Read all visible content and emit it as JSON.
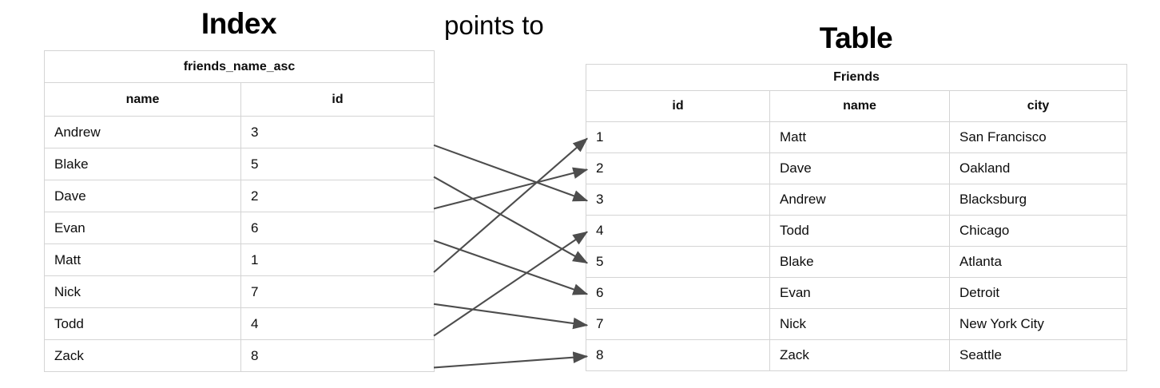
{
  "diagram": {
    "index_title": "Index",
    "table_title": "Table",
    "relation_label": "points to",
    "arrow_color": "#4d4d4d",
    "border_color": "#d4d4d4"
  },
  "index_table": {
    "name": "friends_name_asc",
    "columns": [
      "name",
      "id"
    ],
    "rows": [
      {
        "name": "Andrew",
        "id": "3"
      },
      {
        "name": "Blake",
        "id": "5"
      },
      {
        "name": "Dave",
        "id": "2"
      },
      {
        "name": "Evan",
        "id": "6"
      },
      {
        "name": "Matt",
        "id": "1"
      },
      {
        "name": "Nick",
        "id": "7"
      },
      {
        "name": "Todd",
        "id": "4"
      },
      {
        "name": "Zack",
        "id": "8"
      }
    ]
  },
  "friends_table": {
    "name": "Friends",
    "columns": [
      "id",
      "name",
      "city"
    ],
    "rows": [
      {
        "id": "1",
        "name": "Matt",
        "city": "San Francisco"
      },
      {
        "id": "2",
        "name": "Dave",
        "city": "Oakland"
      },
      {
        "id": "3",
        "name": "Andrew",
        "city": "Blacksburg"
      },
      {
        "id": "4",
        "name": "Todd",
        "city": "Chicago"
      },
      {
        "id": "5",
        "name": "Blake",
        "city": "Atlanta"
      },
      {
        "id": "6",
        "name": "Evan",
        "city": "Detroit"
      },
      {
        "id": "7",
        "name": "Nick",
        "city": "New York City"
      },
      {
        "id": "8",
        "name": "Zack",
        "city": "Seattle"
      }
    ]
  },
  "arrows": [
    {
      "from_index_row": 0,
      "from_name": "Andrew",
      "to_table_row": 2,
      "to_id": "3"
    },
    {
      "from_index_row": 1,
      "from_name": "Blake",
      "to_table_row": 4,
      "to_id": "5"
    },
    {
      "from_index_row": 2,
      "from_name": "Dave",
      "to_table_row": 1,
      "to_id": "2"
    },
    {
      "from_index_row": 3,
      "from_name": "Evan",
      "to_table_row": 5,
      "to_id": "6"
    },
    {
      "from_index_row": 4,
      "from_name": "Matt",
      "to_table_row": 0,
      "to_id": "1"
    },
    {
      "from_index_row": 5,
      "from_name": "Nick",
      "to_table_row": 6,
      "to_id": "7"
    },
    {
      "from_index_row": 6,
      "from_name": "Todd",
      "to_table_row": 3,
      "to_id": "4"
    },
    {
      "from_index_row": 7,
      "from_name": "Zack",
      "to_table_row": 7,
      "to_id": "8"
    }
  ]
}
